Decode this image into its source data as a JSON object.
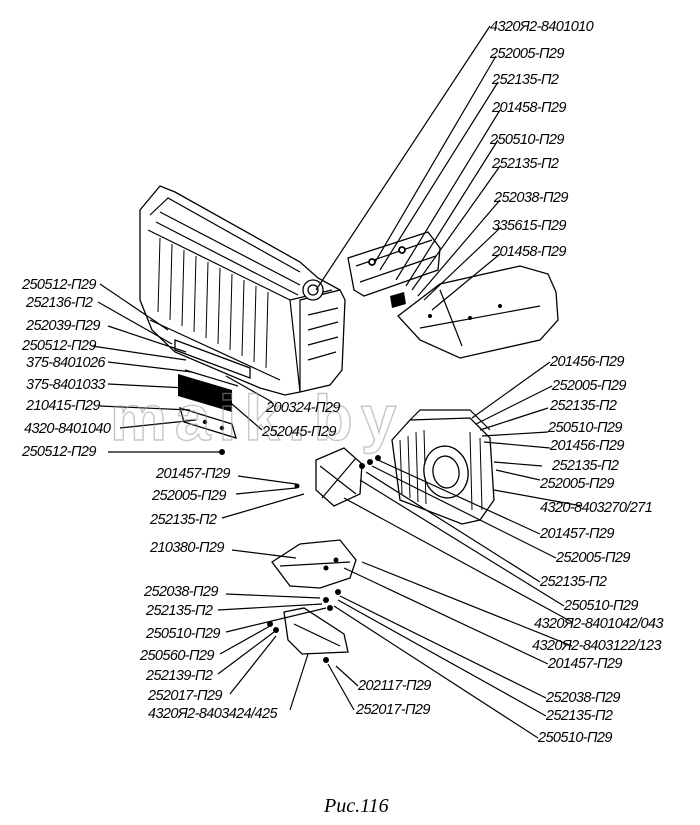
{
  "caption": "Рис.116",
  "watermark": "maik.by",
  "top_right_labels": [
    "4320Я2-8401010",
    "252005-П29",
    "252135-П2",
    "201458-П29",
    "250510-П29",
    "252135-П2",
    "252038-П29",
    "335615-П29",
    "201458-П29"
  ],
  "left_labels": [
    "250512-П29",
    "252136-П2",
    "252039-П29",
    "250512-П29",
    "375-8401026",
    "375-8401033",
    "210415-П29",
    "4320-8401040",
    "250512-П29"
  ],
  "center_labels": [
    "200324-П29",
    "252045-П29"
  ],
  "right_labels": [
    "201456-П29",
    "252005-П29",
    "252135-П2",
    "250510-П29",
    "201456-П29",
    "252135-П2",
    "252005-П29",
    "4320-8403270/271"
  ],
  "mid_left_labels": [
    "201457-П29",
    "252005-П29",
    "252135-П2",
    "210380-П29"
  ],
  "lower_right_labels": [
    "201457-П29",
    "252005-П29",
    "252135-П2",
    "250510-П29",
    "4320Я2-8401042/043",
    "4320Я2-8403122/123",
    "201457-П29"
  ],
  "bottom_left_labels": [
    "252038-П29",
    "252135-П2",
    "250510-П29",
    "250560-П29",
    "252139-П2",
    "252017-П29",
    "4320Я2-8403424/425"
  ],
  "bottom_center_labels": [
    "202117-П29",
    "252017-П29"
  ],
  "bottom_right_labels": [
    "252038-П29",
    "252135-П2",
    "250510-П29"
  ]
}
